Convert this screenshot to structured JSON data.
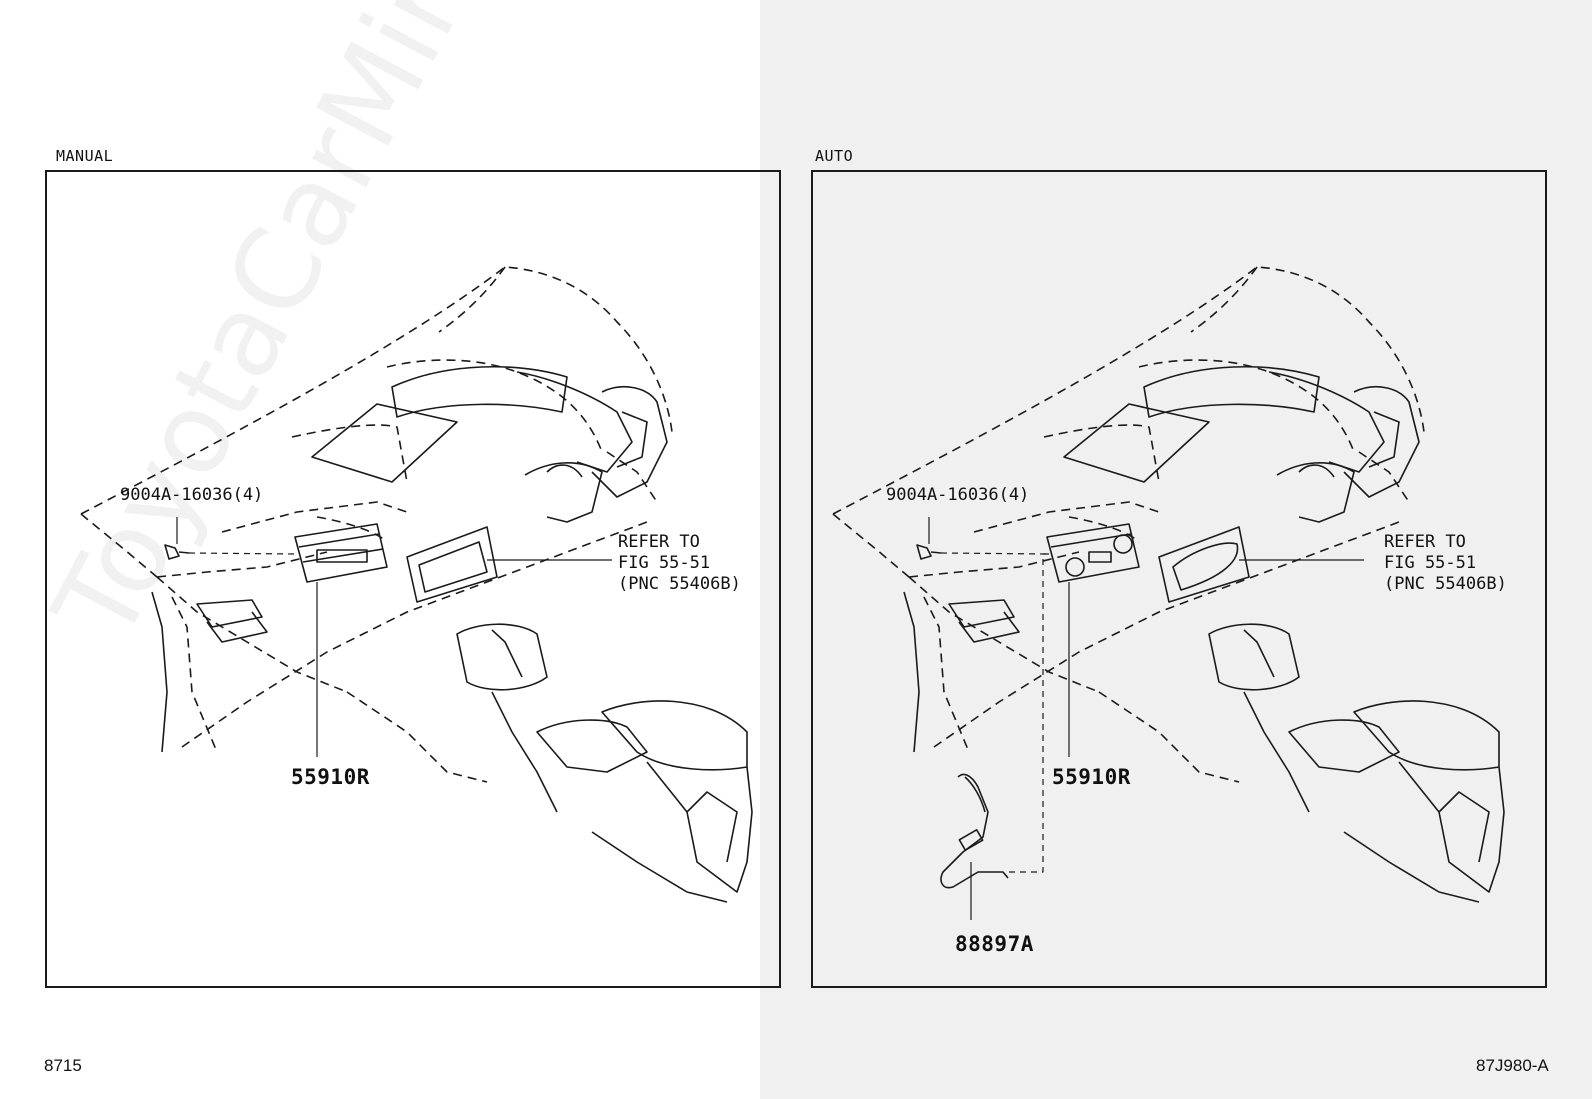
{
  "manual": {
    "label": "MANUAL",
    "fastener": "9004A-16036(4)",
    "refer": {
      "line1": "REFER TO",
      "line2": "FIG 55-51",
      "line3": "(PNC 55406B)"
    },
    "part": "55910R"
  },
  "auto": {
    "label": "AUTO",
    "fastener": "9004A-16036(4)",
    "refer": {
      "line1": "REFER TO",
      "line2": "FIG 55-51",
      "line3": "(PNC 55406B)"
    },
    "part": "55910R",
    "harness": "88897A"
  },
  "footer": {
    "left": "8715",
    "right": "87J980-A"
  },
  "watermark": "ToyotaCarMine.ru"
}
